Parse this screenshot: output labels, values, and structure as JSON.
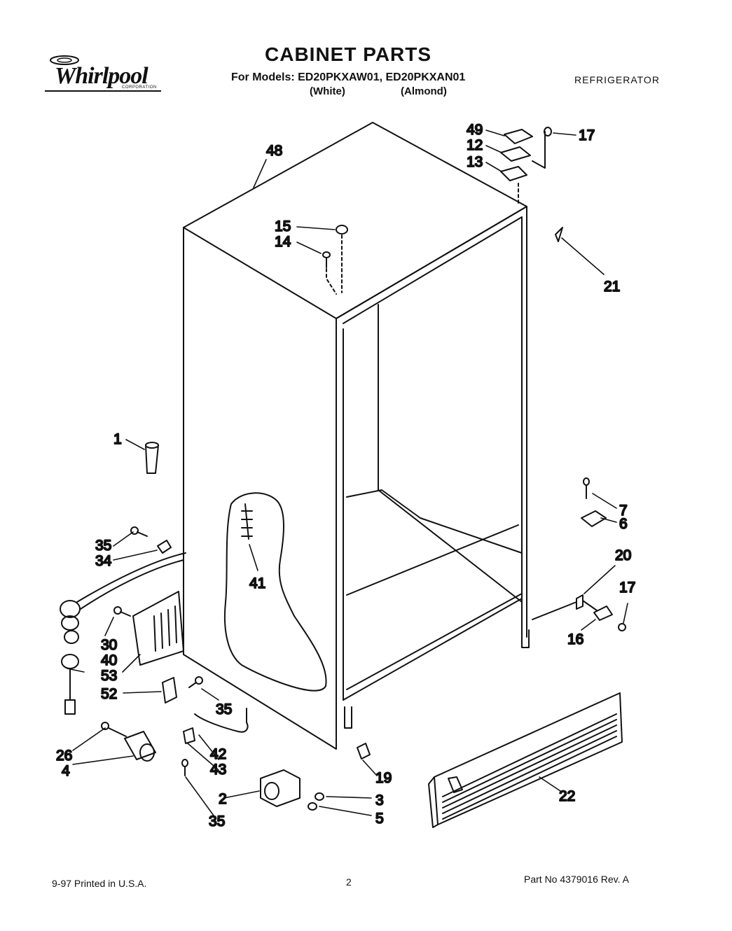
{
  "header": {
    "logo_text": "Whirlpool",
    "logo_subtext": "CORPORATION",
    "title": "CABINET PARTS",
    "models_line": "For Models: ED20PKXAW01, ED20PKXAN01",
    "color_white": "(White)",
    "color_almond": "(Almond)",
    "appliance": "REFRIGERATOR"
  },
  "callouts": {
    "c1": "1",
    "c2": "2",
    "c3": "3",
    "c4": "4",
    "c5": "5",
    "c6": "6",
    "c7": "7",
    "c12": "12",
    "c13": "13",
    "c14": "14",
    "c15": "15",
    "c16": "16",
    "c17a": "17",
    "c17b": "17",
    "c19": "19",
    "c20": "20",
    "c21": "21",
    "c22": "22",
    "c26": "26",
    "c30": "30",
    "c34": "34",
    "c35a": "35",
    "c35b": "35",
    "c35c": "35",
    "c40": "40",
    "c41": "41",
    "c42": "42",
    "c43": "43",
    "c48": "48",
    "c49": "49",
    "c52": "52",
    "c53": "53"
  },
  "footer": {
    "printed": "9-97 Printed in U.S.A.",
    "page": "2",
    "part_no": "Part No 4379016  Rev. A"
  }
}
